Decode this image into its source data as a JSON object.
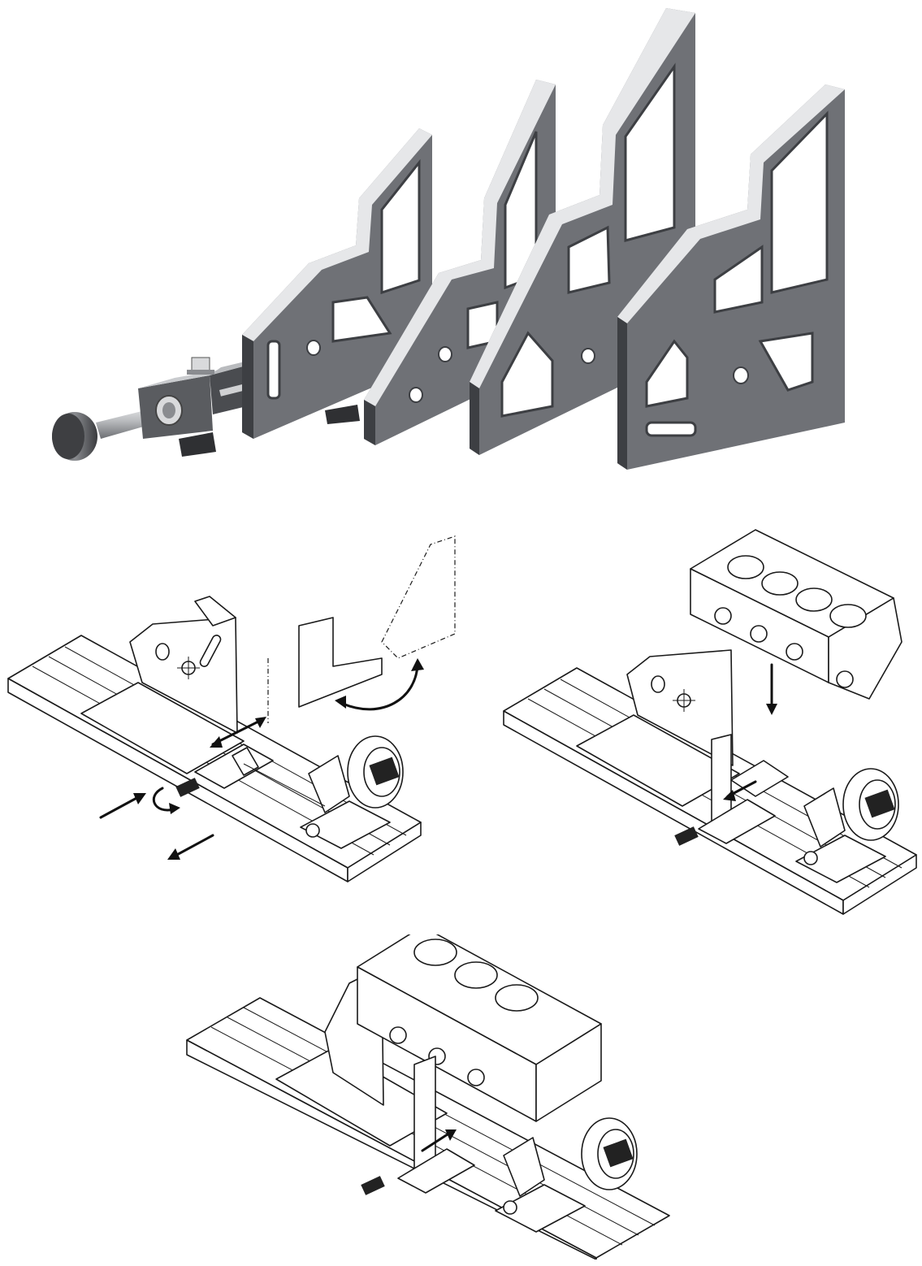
{
  "figure": {
    "panels": [
      {
        "id": "render",
        "description_icon": "angle-plate-set-with-clamp-cylinder"
      },
      {
        "id": "step-1",
        "description_icon": "fixture-adjust-plate-diagram"
      },
      {
        "id": "step-2",
        "description_icon": "fixture-load-engine-block-diagram"
      },
      {
        "id": "step-3",
        "description_icon": "fixture-clamped-engine-block-diagram"
      }
    ]
  },
  "colors": {
    "plate_face": "#6f7176",
    "plate_top_edge": "#e6e7e9",
    "plate_side": "#3d3f43",
    "cylinder_body": "#4a4c50",
    "rod": "#c9cbce",
    "line_art": "#1a1a1a"
  }
}
